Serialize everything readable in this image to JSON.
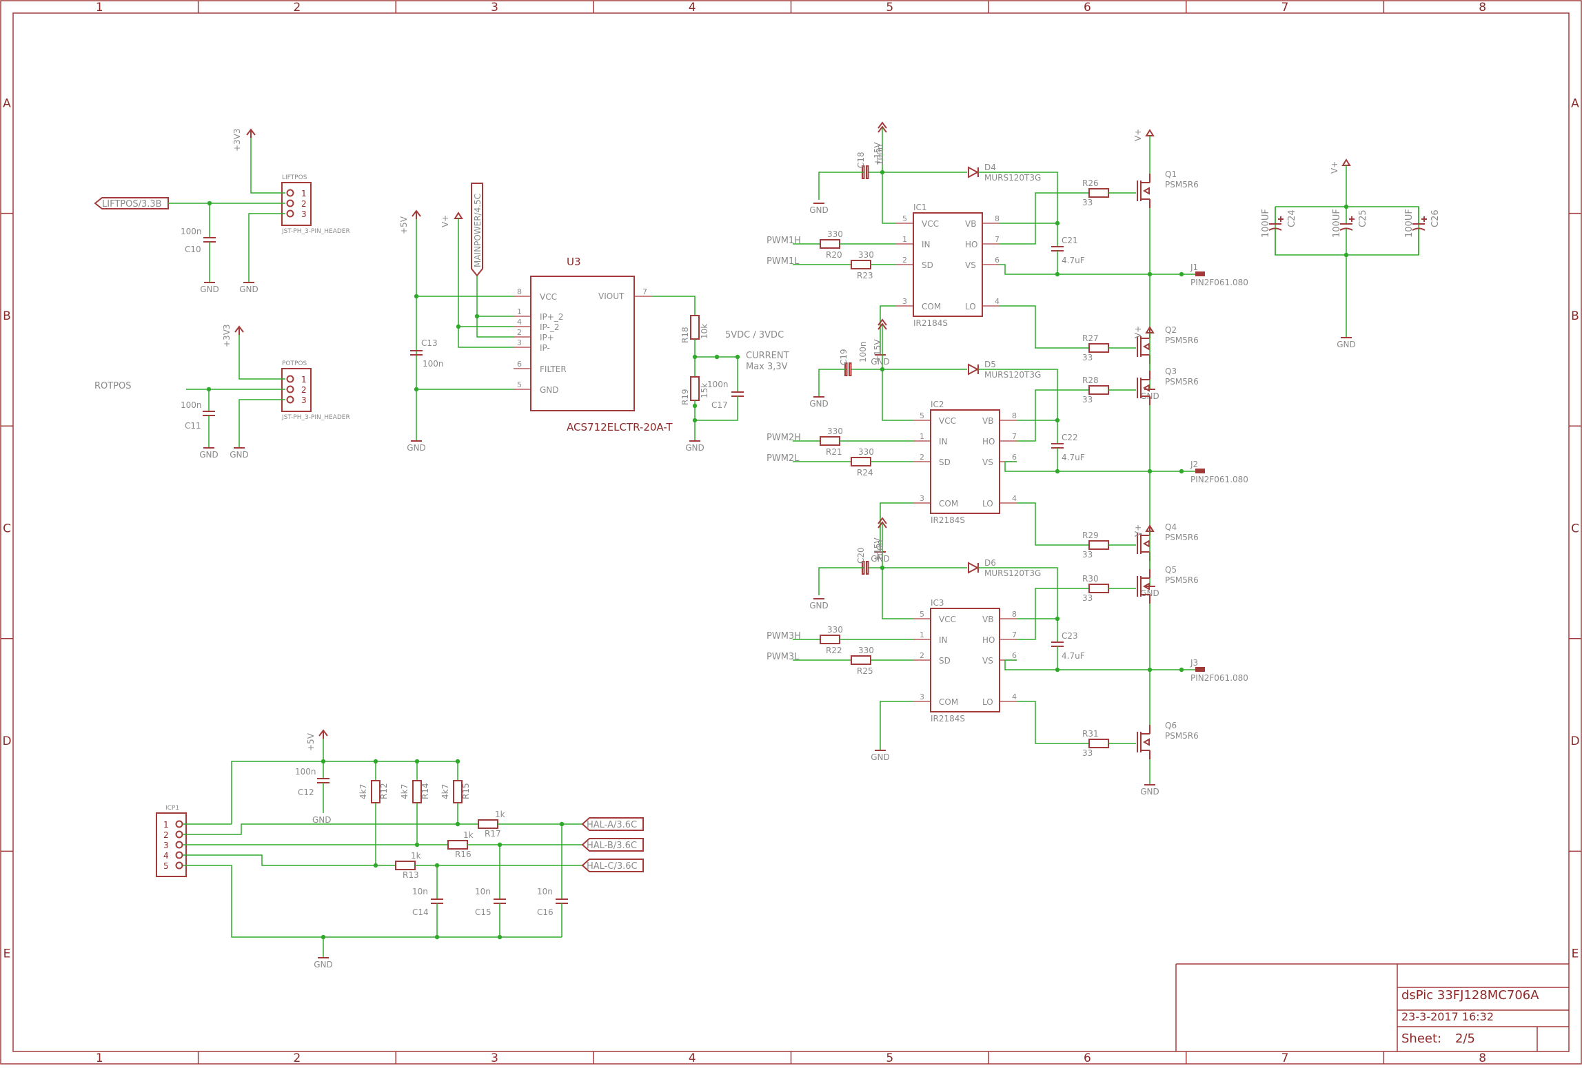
{
  "frame": {
    "columns": [
      "1",
      "2",
      "3",
      "4",
      "5",
      "6",
      "7",
      "8"
    ],
    "rows": [
      "A",
      "B",
      "C",
      "D",
      "E"
    ]
  },
  "title_block": {
    "title": "dsPic 33FJ128MC706A",
    "date": "23-3-2017 16:32",
    "sheet_label": "Sheet:",
    "sheet_value": "2/5"
  },
  "connectors": {
    "liftpos": {
      "name": "LIFTPOS",
      "type": "JST-PH_3-PIN_HEADER",
      "pins": [
        "1",
        "2",
        "3"
      ],
      "supply": "+3V3",
      "net": "LIFTPOS/3.3B",
      "cap_value": "100n",
      "cap_name": "C10",
      "gnd": "GND"
    },
    "rotpos": {
      "name": "POTPOS",
      "type": "JST-PH_3-PIN_HEADER",
      "pins": [
        "1",
        "2",
        "3"
      ],
      "supply": "+3V3",
      "net": "ROTPOS",
      "cap_value": "100n",
      "cap_name": "C11",
      "gnd": "GND"
    },
    "icp": {
      "name": "ICP1",
      "pins": [
        "1",
        "2",
        "3",
        "4",
        "5"
      ]
    }
  },
  "current_sensor": {
    "name": "U3",
    "part": "ACS712ELCTR-20A-T",
    "supply": "+5V",
    "vplus": "V+",
    "net": "MAINPOWER/4.5C",
    "pin_names": [
      "VCC",
      "IP+_2",
      "IP-_2",
      "IP+",
      "IP-",
      "FILTER",
      "GND",
      "VIOUT"
    ],
    "pin_numbers": [
      "8",
      "1",
      "4",
      "2",
      "3",
      "6",
      "5",
      "7"
    ],
    "cap_name": "C13",
    "cap_value": "100n",
    "r18_name": "R18",
    "r18_value": "10k",
    "r19_name": "R19",
    "r19_value": "15k",
    "c17_name": "C17",
    "c17_value": "100n",
    "note1": "5VDC / 3VDC",
    "note2": "CURRENT",
    "note3": "Max 3,3V",
    "gnd": "GND"
  },
  "drivers": [
    {
      "ic": "IC1",
      "part": "IR2184S",
      "pwm_h": "PWM1H",
      "pwm_l": "PWM1L",
      "rh": "R20",
      "rl": "R23",
      "r_in_value": "330",
      "cboot_name": "C18",
      "cboot_value": "100n",
      "diode": "D4",
      "diode_part": "MURS120T3G",
      "cvs_name": "C21",
      "cvs_value": "4.7uF",
      "rgh": "R26",
      "rgl": "R27",
      "rg_value": "33",
      "qh": "Q1",
      "ql": "Q2",
      "q_part": "PSM5R6",
      "jack": "J1",
      "jack_part": "PIN2F061.080",
      "supply": "+15V",
      "vplus": "V+",
      "gnd": "GND",
      "pins": {
        "vcc": "VCC",
        "in": "IN",
        "sd": "SD",
        "com": "COM",
        "vb": "VB",
        "ho": "HO",
        "vs": "VS",
        "lo": "LO"
      },
      "pin_numbers": {
        "vcc": "5",
        "in": "1",
        "sd": "2",
        "com": "3",
        "vb": "8",
        "ho": "7",
        "vs": "6",
        "lo": "4"
      }
    },
    {
      "ic": "IC2",
      "part": "IR2184S",
      "pwm_h": "PWM2H",
      "pwm_l": "PWM2L",
      "rh": "R21",
      "rl": "R24",
      "r_in_value": "330",
      "cboot_name": "C19",
      "cboot_value": "100n",
      "diode": "D5",
      "diode_part": "MURS120T3G",
      "cvs_name": "C22",
      "cvs_value": "4.7uF",
      "rgh": "R28",
      "rgl": "R29",
      "rg_value": "33",
      "qh": "Q3",
      "ql": "Q4",
      "q_part": "PSM5R6",
      "jack": "J2",
      "jack_part": "PIN2F061.080",
      "supply": "+15V",
      "vplus": "V+",
      "gnd": "GND",
      "pins": {
        "vcc": "VCC",
        "in": "IN",
        "sd": "SD",
        "com": "COM",
        "vb": "VB",
        "ho": "HO",
        "vs": "VS",
        "lo": "LO"
      },
      "pin_numbers": {
        "vcc": "5",
        "in": "1",
        "sd": "2",
        "com": "3",
        "vb": "8",
        "ho": "7",
        "vs": "6",
        "lo": "4"
      }
    },
    {
      "ic": "IC3",
      "part": "IR2184S",
      "pwm_h": "PWM3H",
      "pwm_l": "PWM3L",
      "rh": "R22",
      "rl": "R25",
      "r_in_value": "330",
      "cboot_name": "C20",
      "cboot_value": "100n",
      "diode": "D6",
      "diode_part": "MURS120T3G",
      "cvs_name": "C23",
      "cvs_value": "4.7uF",
      "rgh": "R30",
      "rgl": "R31",
      "rg_value": "33",
      "qh": "Q5",
      "ql": "Q6",
      "q_part": "PSM5R6",
      "jack": "J3",
      "jack_part": "PIN2F061.080",
      "supply": "+15V",
      "vplus": "V+",
      "gnd": "GND",
      "pins": {
        "vcc": "VCC",
        "in": "IN",
        "sd": "SD",
        "com": "COM",
        "vb": "VB",
        "ho": "HO",
        "vs": "VS",
        "lo": "LO"
      },
      "pin_numbers": {
        "vcc": "5",
        "in": "1",
        "sd": "2",
        "com": "3",
        "vb": "8",
        "ho": "7",
        "vs": "6",
        "lo": "4"
      }
    }
  ],
  "bulk_caps": {
    "vplus": "V+",
    "gnd": "GND",
    "items": [
      {
        "name": "C24",
        "value": "100UF"
      },
      {
        "name": "C25",
        "value": "100UF"
      },
      {
        "name": "C26",
        "value": "100UF"
      }
    ]
  },
  "hall": {
    "supply": "+5V",
    "gnd": "GND",
    "c12_name": "C12",
    "c12_value": "100n",
    "pullups": [
      {
        "name": "R12",
        "value": "4k7"
      },
      {
        "name": "R14",
        "value": "4k7"
      },
      {
        "name": "R15",
        "value": "4k7"
      }
    ],
    "series": [
      {
        "name": "R17",
        "value": "1k"
      },
      {
        "name": "R16",
        "value": "1k"
      },
      {
        "name": "R13",
        "value": "1k"
      }
    ],
    "caps": [
      {
        "name": "C14",
        "value": "10n"
      },
      {
        "name": "C15",
        "value": "10n"
      },
      {
        "name": "C16",
        "value": "10n"
      }
    ],
    "nets": [
      "HAL-A/3.6C",
      "HAL-B/3.6C",
      "HAL-C/3.6C"
    ]
  },
  "colors": {
    "frame": "#a33a3a",
    "wire": "#2faa2a",
    "label": "#8c2a2a",
    "value": "#8a8a8a"
  }
}
